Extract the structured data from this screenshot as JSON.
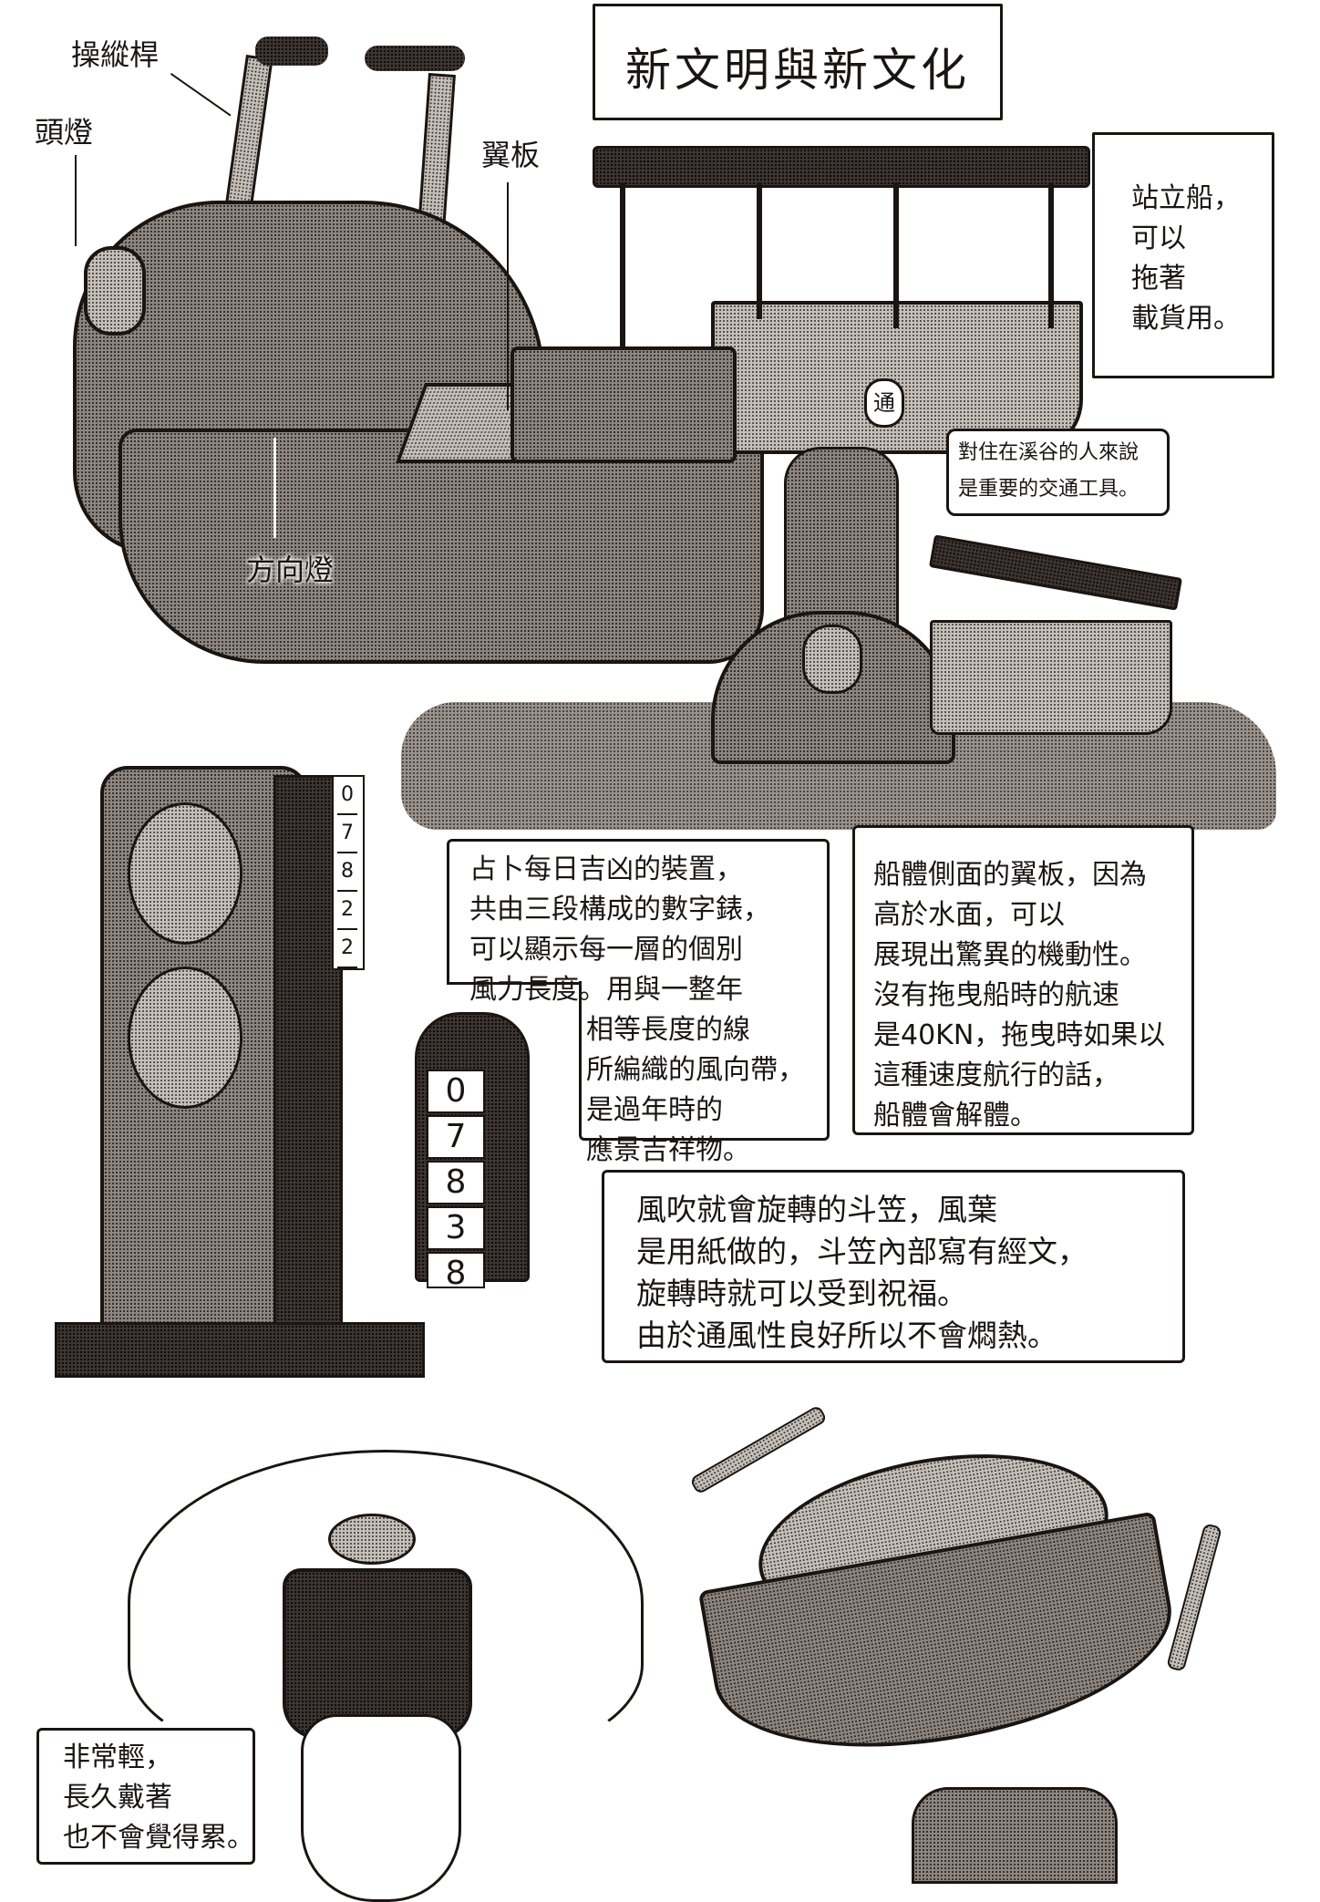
{
  "page": {
    "title": "新文明與新文化",
    "background": "#ffffff",
    "ink_color": "#1a1512",
    "screentone_color": "#8d8680"
  },
  "boat_diagram": {
    "labels": {
      "control_stick": "操縱桿",
      "headlight": "頭燈",
      "wing_plate": "翼板",
      "turn_signal": "方向燈"
    },
    "trailer_badge_glyph": "通"
  },
  "captions": {
    "standing_boat": [
      "站立船，",
      "可以",
      "拖著",
      "載貨用。"
    ],
    "valley_transport": [
      "對住在溪谷的人來說",
      "是重要的交通工具。"
    ],
    "fortune_device": [
      "占卜每日吉凶的裝置，",
      "共由三段構成的數字錶，",
      "可以顯示每一層的個別",
      "風力長度。用與一整年",
      "相等長度的線",
      "所編織的風向帶，",
      "是過年時的",
      "應景吉祥物。"
    ],
    "wing_plate_note": [
      "船體側面的翼板，因為",
      "高於水面，可以",
      "展現出驚異的機動性。",
      "沒有拖曳船時的航速",
      "是40KN，拖曳時如果以",
      "這種速度航行的話，",
      "船體會解體。"
    ],
    "spinning_hat": [
      "風吹就會旋轉的斗笠，風葉",
      "是用紙做的，斗笠內部寫有經文，",
      "旋轉時就可以受到祝福。",
      "由於通風性良好所以不會燜熱。"
    ],
    "light_hat": [
      "非常輕，",
      "長久戴著",
      "也不會覺得累。"
    ]
  },
  "fortune_tower": {
    "side_digits": [
      "0",
      "7",
      "8",
      "2",
      "2"
    ],
    "closeup_digits": [
      "0",
      "7",
      "8",
      "3",
      "8"
    ]
  }
}
